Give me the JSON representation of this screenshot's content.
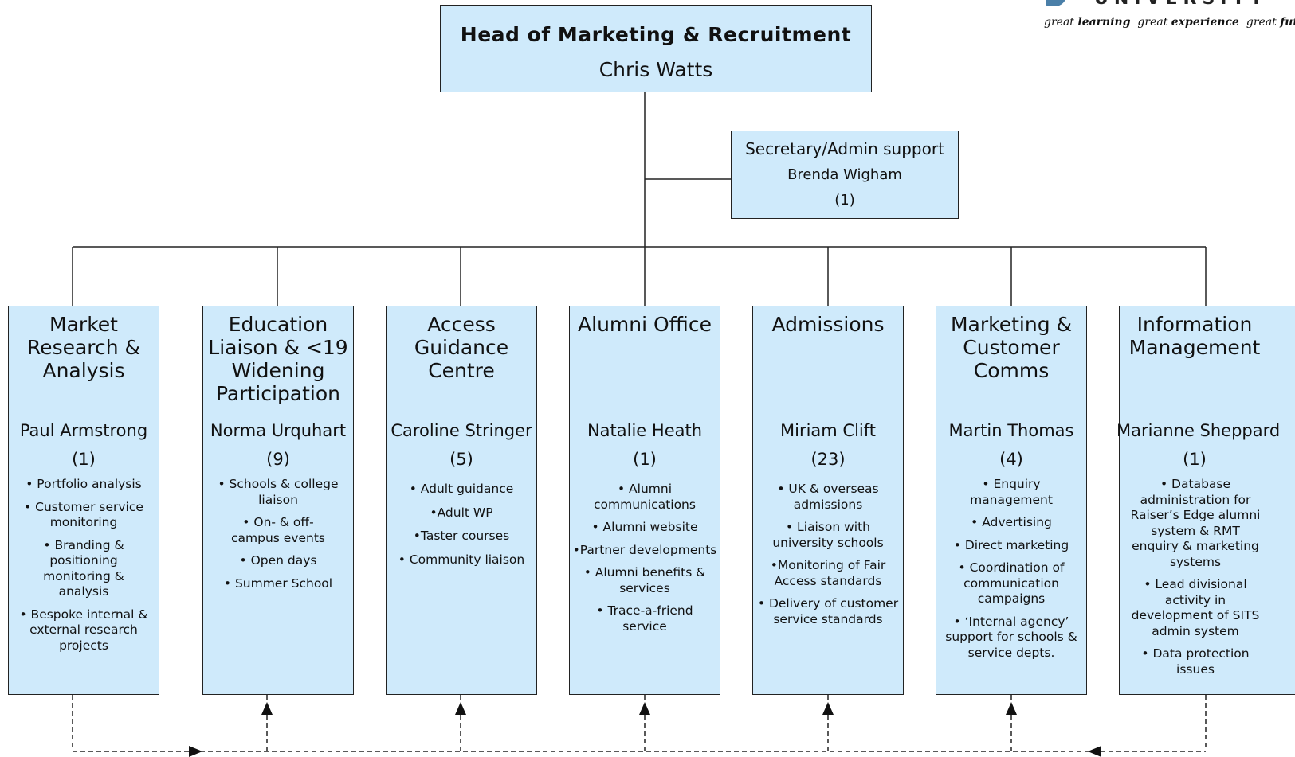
{
  "head": {
    "title": "Head of Marketing & Recruitment",
    "name": "Chris Watts"
  },
  "secretary": {
    "title": "Secretary/Admin support",
    "name": "Brenda Wigham",
    "count": "(1)"
  },
  "logo": {
    "wordmark": "UNIVERSITY",
    "tagline": [
      "great",
      "learning",
      "great",
      "experience",
      "great",
      "futur"
    ]
  },
  "departments": [
    {
      "title": "Market Research & Analysis",
      "lead": "Paul Armstrong",
      "count": "(1)",
      "items": [
        "• Portfolio analysis",
        "• Customer service monitoring",
        "• Branding & positioning monitoring & analysis",
        "• Bespoke internal & external research projects"
      ]
    },
    {
      "title": "Education Liaison & <19 Widening Participation",
      "lead": "Norma Urquhart",
      "count": "(9)",
      "items": [
        "• Schools & college liaison",
        "• On- & off-campus events",
        "• Open days",
        "• Summer School"
      ]
    },
    {
      "title": "Access Guidance Centre",
      "lead": "Caroline Stringer",
      "count": "(5)",
      "items": [
        "• Adult guidance",
        "•Adult WP",
        "•Taster courses",
        "• Community liaison"
      ]
    },
    {
      "title": "Alumni Office",
      "lead": "Natalie Heath",
      "count": "(1)",
      "items": [
        "• Alumni communications",
        "• Alumni website",
        "•Partner developments",
        "• Alumni benefits & services",
        "• Trace-a-friend service"
      ]
    },
    {
      "title": "Admissions",
      "lead": "Miriam Clift",
      "count": "(23)",
      "items": [
        "• UK & overseas admissions",
        "• Liaison with university schools",
        "•Monitoring of Fair Access standards",
        "• Delivery of customer service standards"
      ]
    },
    {
      "title": "Marketing & Customer Comms",
      "lead": "Martin Thomas",
      "count": "(4)",
      "items": [
        "• Enquiry management",
        "• Advertising",
        "• Direct marketing",
        "• Coordination of communication campaigns",
        "• ‘Internal agency’ support for schools & service depts."
      ]
    },
    {
      "title": "Information Management",
      "lead": "Marianne Sheppard",
      "count": "(1)",
      "items": [
        "• Database administration for Raiser’s Edge alumni system & RMT enquiry & marketing systems",
        "• Lead divisional activity in development of SITS admin system",
        "• Data protection issues"
      ]
    }
  ]
}
